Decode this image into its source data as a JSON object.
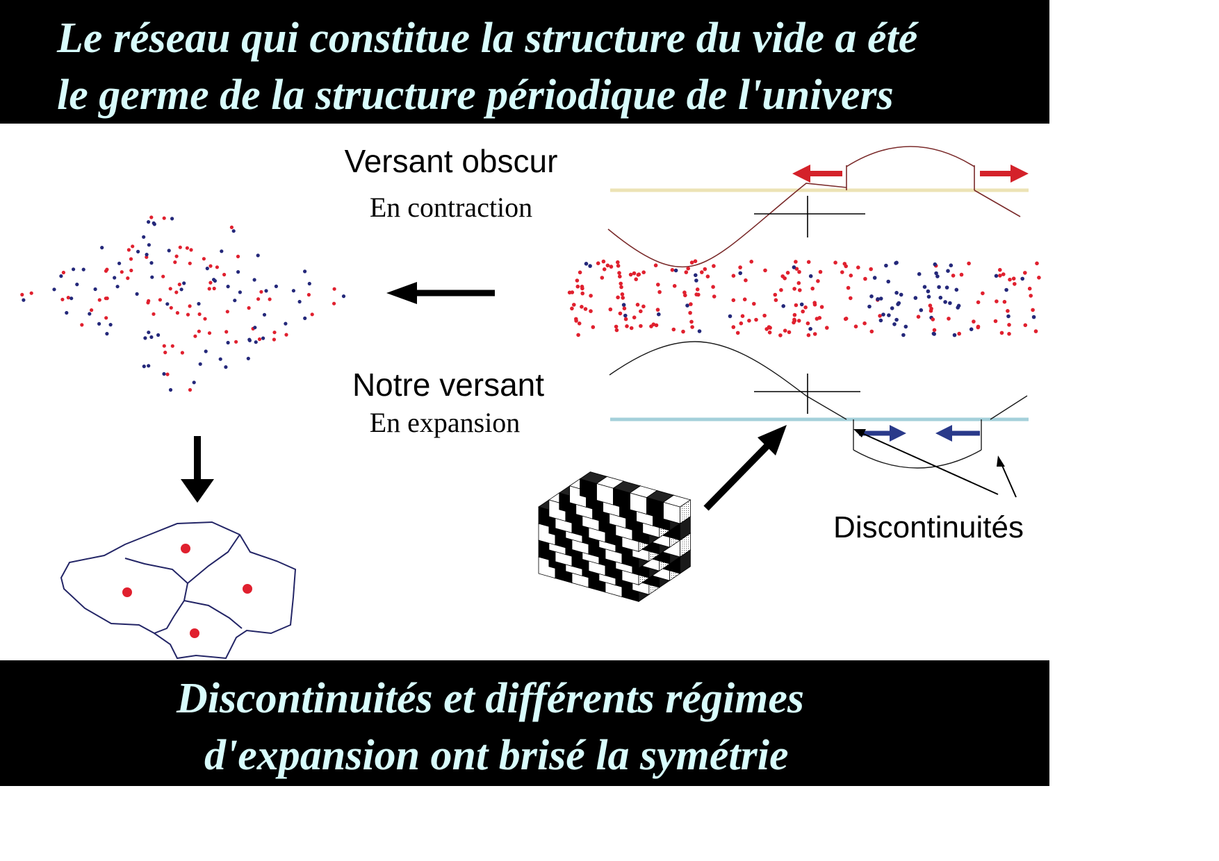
{
  "title": {
    "line1": "Le réseau qui constitue la structure du vide a été",
    "line2": "le germe de la structure périodique de l'univers"
  },
  "labels": {
    "dark_side": "Versant obscur",
    "dark_side_sub": "En contraction",
    "our_side": "Notre versant",
    "our_side_sub": "En expansion",
    "discontinuities": "Discontinuités"
  },
  "footer": {
    "line1": "Discontinuités et différents régimes",
    "line2": "d'expansion ont brisé la symétrie"
  },
  "colors": {
    "banner_bg": "#000000",
    "banner_text": "#d8fcfc",
    "red_dot": "#e0202e",
    "blue_dot": "#24287a",
    "upper_line": "#ece3b5",
    "lower_line": "#a4d0da",
    "red_arrow": "#d4222a",
    "blue_arrow": "#2a3a8a",
    "curve": "#7a2a2a"
  }
}
